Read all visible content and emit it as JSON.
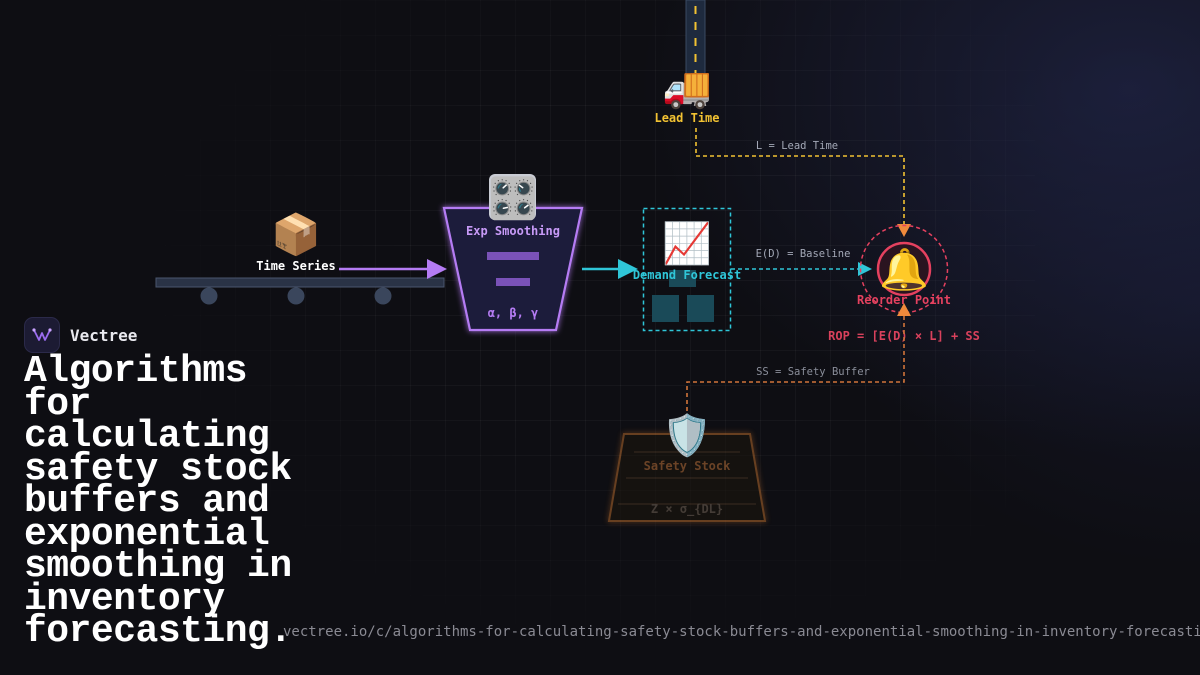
{
  "brand": {
    "name": "Vectree"
  },
  "headline": "Algorithms for calculating safety stock buffers and exponential smoothing in inventory forecasting.",
  "url": "vectree.io/c/algorithms-for-calculating-safety-stock-buffers-and-exponential-smoothing-in-inventory-forecasting",
  "nodes": {
    "time_series": {
      "label": "Time Series",
      "icon": "package-icon",
      "glyph": "📦"
    },
    "exp_smoothing": {
      "label": "Exp Smoothing",
      "params": "α, β, γ",
      "icon": "control-knobs-icon",
      "glyph": "🎛️"
    },
    "demand_forecast": {
      "label": "Demand Forecast",
      "icon": "chart-increasing-icon",
      "glyph": "📈"
    },
    "lead_time": {
      "label": "Lead Time",
      "icon": "delivery-truck-icon",
      "glyph": "🚚"
    },
    "reorder_point": {
      "label": "Reorder Point",
      "icon": "bell-icon",
      "glyph": "🔔"
    },
    "safety_stock": {
      "label": "Safety Stock",
      "formula": "Z × σ_{DL}",
      "icon": "shield-icon",
      "glyph": "🛡️"
    }
  },
  "edges": {
    "lead_time": "L = Lead Time",
    "baseline": "E(D) = Baseline",
    "safety_buffer": "SS = Safety Buffer"
  },
  "formula": "ROP = [E(D) × L] + SS",
  "colors": {
    "purple": "#b57cf4",
    "cyan": "#2fc6d8",
    "yellow": "#f2c232",
    "red": "#e5415f",
    "orange": "#f08a3c"
  }
}
